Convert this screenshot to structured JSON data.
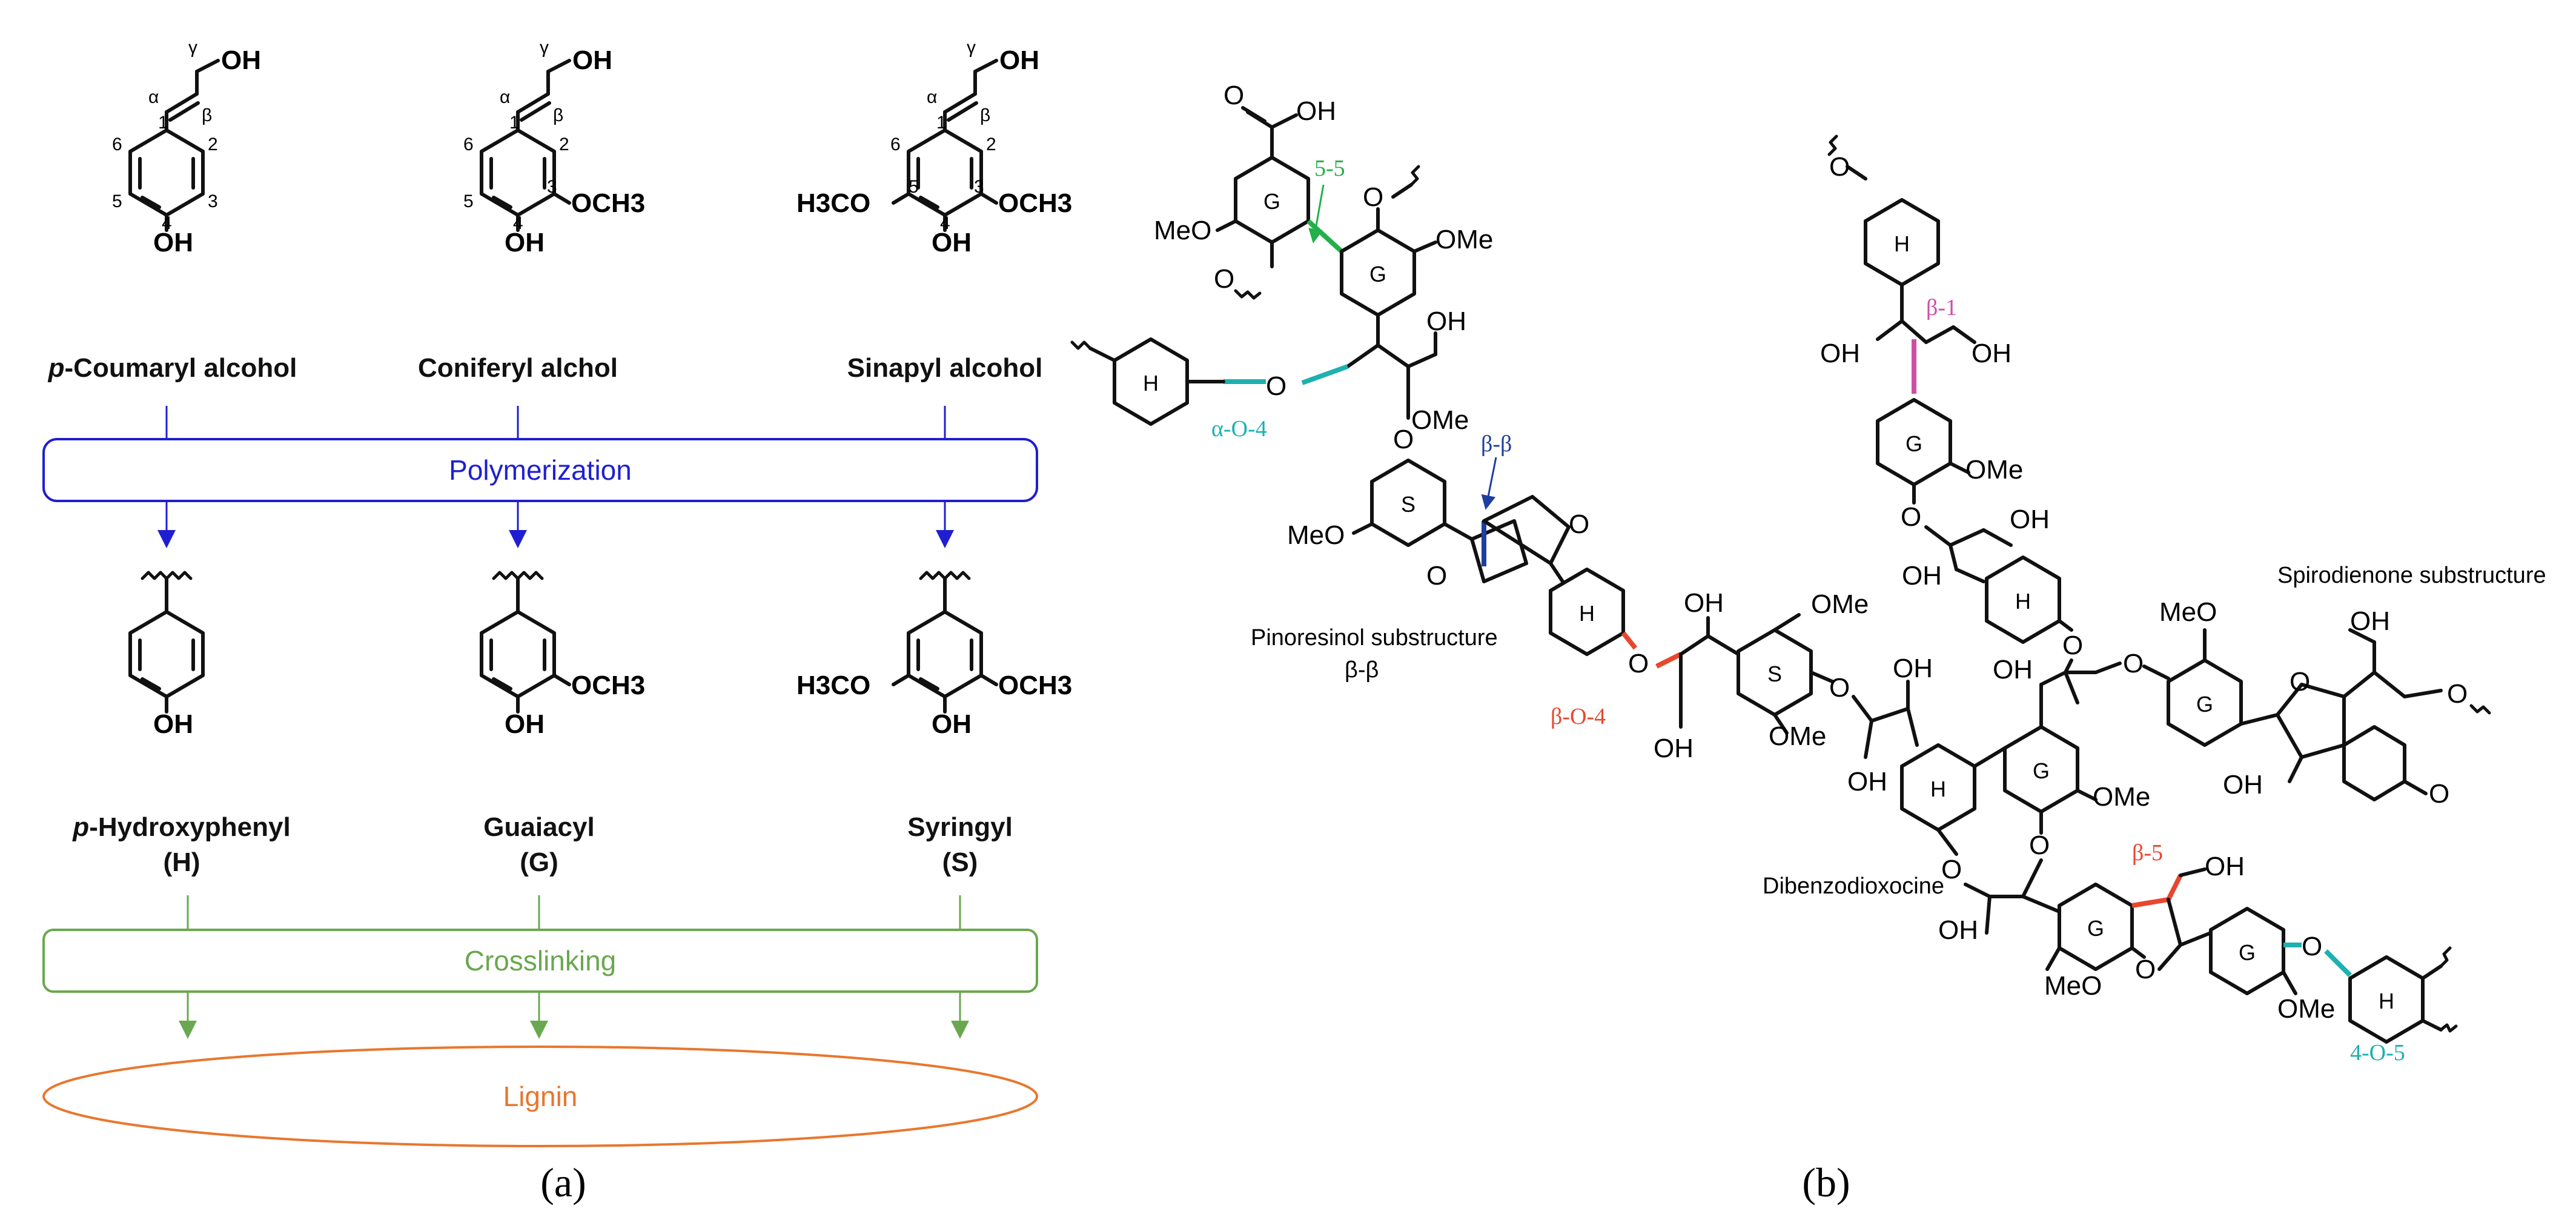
{
  "panel_a": {
    "monomers": [
      {
        "name": "p-Coumaryl alcohol",
        "italic_prefix": "p",
        "rest": "-Coumaryl alcohol"
      },
      {
        "name": "Coniferyl alchol"
      },
      {
        "name": "Sinapyl alcohol"
      }
    ],
    "units": [
      {
        "line1_italic": "p",
        "line1_rest": "-Hydroxyphenyl",
        "line2": "(H)"
      },
      {
        "line1": "Guaiacyl",
        "line2": "(G)"
      },
      {
        "line1": "Syringyl",
        "line2": "(S)"
      }
    ],
    "atoms": {
      "oh": "OH",
      "och3_left": "H3CO",
      "och3_right": "OCH3",
      "gamma": "γ",
      "alpha": "α",
      "beta": "β",
      "pos1": "1",
      "pos2": "2",
      "pos3": "3",
      "pos4": "4",
      "pos5": "5",
      "pos6": "6"
    },
    "polymerization_label": "Polymerization",
    "crosslinking_label": "Crosslinking",
    "lignin_label": "Lignin",
    "caption": "(a)",
    "colors": {
      "polymerization": "#1f1fd1",
      "crosslinking": "#6aa84f",
      "lignin": "#e8772e"
    }
  },
  "panel_b": {
    "caption": "(b)",
    "substructures": {
      "pinoresinol": "Pinoresinol substructure",
      "pinoresinol_link": "β-β",
      "spirodienone": "Spirodienone substructure",
      "dibenzodioxocine": "Dibenzodioxocine"
    },
    "linkages": [
      {
        "label": "5-5",
        "color": "#22b04b"
      },
      {
        "label": "α-O-4",
        "color": "#1fb0b0"
      },
      {
        "label": "β-β",
        "color": "#1f3e9e"
      },
      {
        "label": "β-1",
        "color": "#cc4fa6"
      },
      {
        "label": "β-O-4",
        "color": "#e8472e"
      },
      {
        "label": "β-5",
        "color": "#e8472e"
      },
      {
        "label": "4-O-5",
        "color": "#1fb0b0"
      }
    ],
    "atoms": {
      "cooh_oh": "OH",
      "oh": "OH",
      "ome": "OMe",
      "meo": "MeO",
      "o": "O",
      "ring_h": "H",
      "ring_g": "G",
      "ring_s": "S"
    }
  }
}
